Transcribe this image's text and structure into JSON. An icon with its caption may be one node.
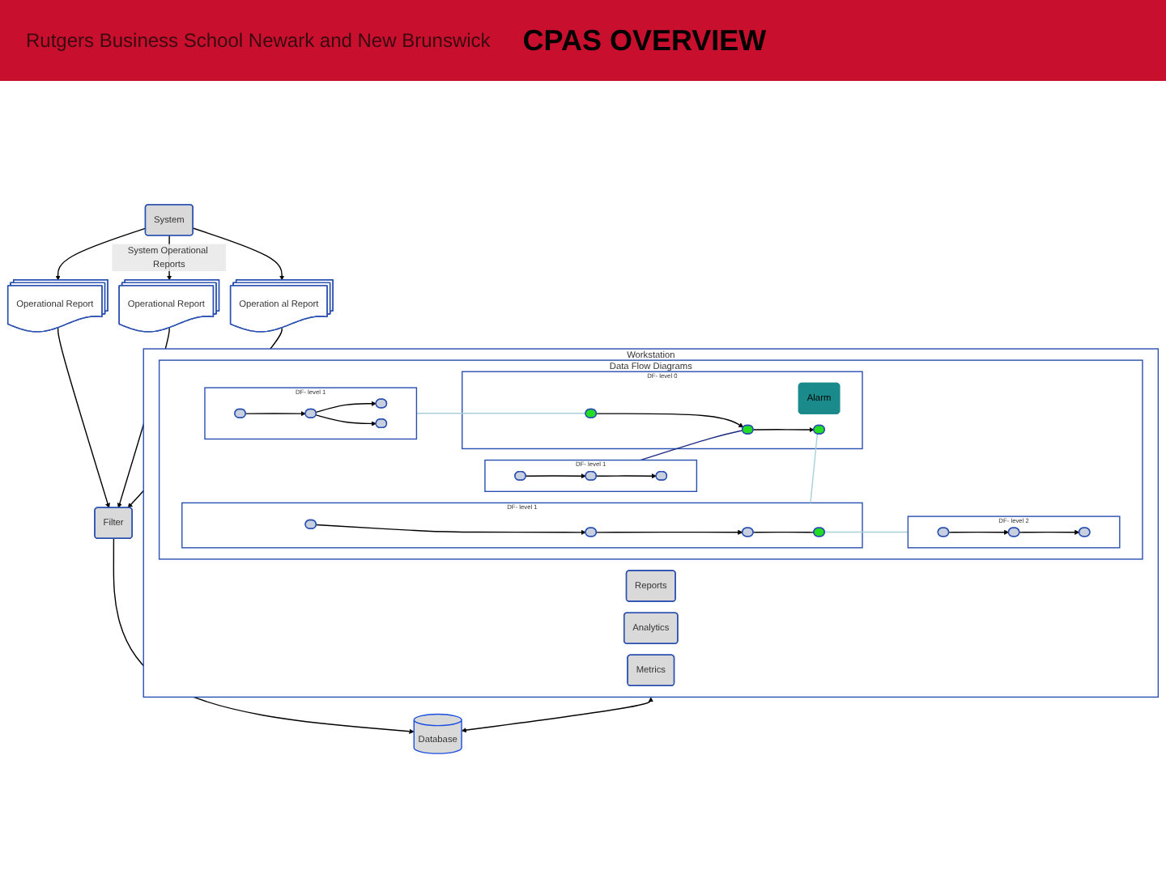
{
  "diagram": {
    "title": "CPAS OVERVIEW",
    "nodes": [
      {
        "text": [
          "Workstation"
        ]
      },
      {
        "text": [
          "Data Flow Diagrams"
        ],
        "in": 0
      },
      {
        "text": [
          "DF- level 2"
        ],
        "in": 1
      },
      {
        "text": [
          "DF- level 1"
        ],
        "in": 1
      },
      {
        "text": [
          "DF- level 1"
        ],
        "in": 1
      },
      {
        "text": [
          "DF- level 1"
        ],
        "in": 1
      },
      {
        "text": [
          "DF- level 0"
        ],
        "in": 1
      },
      {
        "text": [
          "Alarm"
        ],
        "in": 6
      },
      {
        "text": [
          "Reports"
        ],
        "in": 0
      },
      {
        "text": [
          "Analytics"
        ],
        "in": 0
      },
      {
        "text": [
          "Metrics"
        ],
        "in": 0
      },
      {
        "text": [
          "System"
        ]
      },
      {
        "text": [
          "Operational Report"
        ]
      },
      {
        "text": [
          "Operation al Report"
        ]
      },
      {
        "text": [
          "Operational Report"
        ]
      },
      {
        "text": [
          "Filter"
        ]
      },
      {
        "text": [
          "Database"
        ]
      },
      {
        "text": [],
        "shape": "box",
        "in": 2
      },
      {
        "text": [],
        "shape": "box",
        "in": 2
      },
      {
        "text": [],
        "shape": "box",
        "in": 2
      },
      {
        "text": [],
        "shape": "box",
        "in": 3
      },
      {
        "text": [],
        "shape": "box",
        "in": 3
      },
      {
        "text": [],
        "shape": "box",
        "in": 3
      },
      {
        "text": [],
        "shape": "box",
        "in": 3
      },
      {
        "text": [],
        "shape": "box",
        "in": 4
      },
      {
        "text": [],
        "shape": "box",
        "in": 4
      },
      {
        "text": [],
        "shape": "box",
        "in": 4
      },
      {
        "text": [],
        "shape": "box",
        "in": 5
      },
      {
        "text": [],
        "shape": "box",
        "in": 5
      },
      {
        "text": [],
        "shape": "box",
        "in": 5
      },
      {
        "text": [],
        "shape": "box",
        "in": 5
      },
      {
        "text": [],
        "shape": "box",
        "in": 6
      },
      {
        "text": [],
        "shape": "box",
        "in": 6
      },
      {
        "text": [],
        "shape": "box",
        "in": 6
      }
    ],
    "edges": [
      {
        "from": 11,
        "to": 12,
        "arrow": "to"
      },
      {
        "from": 11,
        "to": 14,
        "label": "System Operational Reports",
        "arrow": "to"
      },
      {
        "from": 11,
        "to": 13,
        "arrow": "to"
      },
      {
        "from": 12,
        "to": 15,
        "arrow": "to"
      },
      {
        "from": 14,
        "to": 15,
        "arrow": "to"
      },
      {
        "from": 13,
        "to": 15,
        "arrow": "to"
      },
      {
        "from": 15,
        "to": 16,
        "arrow": "to"
      },
      {
        "from": 0,
        "to": 16,
        "arrow": "both"
      },
      {
        "from": 17,
        "to": 18,
        "arrow": "to"
      },
      {
        "from": 18,
        "to": 19,
        "arrow": "to"
      },
      {
        "from": 20,
        "to": 21,
        "arrow": "to"
      },
      {
        "from": 21,
        "to": 22,
        "arrow": "to"
      },
      {
        "from": 21,
        "to": 23,
        "arrow": "to"
      },
      {
        "from": 24,
        "to": 25,
        "arrow": "to"
      },
      {
        "from": 25,
        "to": 26,
        "arrow": "to"
      },
      {
        "from": 27,
        "to": 28,
        "arrow": "to"
      },
      {
        "from": 28,
        "to": 29,
        "arrow": "to"
      },
      {
        "from": 29,
        "to": 30,
        "arrow": "none"
      },
      {
        "from": 31,
        "to": 32,
        "arrow": "to"
      },
      {
        "from": 32,
        "to": 33,
        "arrow": "to"
      },
      {
        "from": 30,
        "to": 2,
        "arrow": "none",
        "color": "#a8d0d8"
      },
      {
        "from": 3,
        "to": 31,
        "arrow": "none",
        "color": "#a8d0d8"
      },
      {
        "from": 4,
        "to": 32,
        "arrow": "none",
        "color": "#1a2a80"
      },
      {
        "from": 5,
        "to": 33,
        "arrow": "none",
        "color": "#a8d0d8"
      }
    ],
    "labels": [
      "Rutgers Business School Newark and New Brunswick"
    ]
  }
}
